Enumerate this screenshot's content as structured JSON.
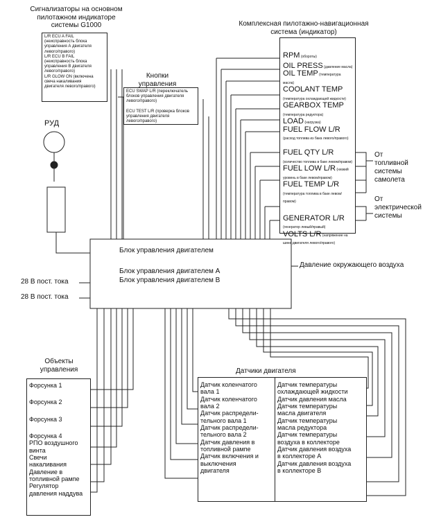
{
  "signal_group": {
    "title": [
      "Сигнализаторы на основном",
      "пилотажном индикаторе",
      "системы G1000"
    ],
    "lines": [
      "L/R ECU A FAIL",
      "(неисправность блока",
      "управления А двигателя",
      "левого/правого)",
      "L/R ECU B FAIL",
      "(неисправность блока",
      "управления В двигателя",
      "левого/правого)",
      "L/R GLOW ON (включена",
      "свеча накаливания",
      "двигателя левого/правого)"
    ]
  },
  "buttons_group": {
    "title": [
      "Кнопки",
      "управления"
    ],
    "lines": [
      "ECU SWAP L/R (переключатель",
      "блоков управления двигателя",
      "левого/правого)",
      "",
      "ECU TEST L/R (проверка блоков",
      "управления двигателя",
      "левого/правого)"
    ]
  },
  "nav_system": {
    "title": [
      "Комплексная пилотажно-навигационная",
      "система (индикатор)"
    ],
    "items": [
      {
        "main": "RPM",
        "note": " (обороты)"
      },
      {
        "main": "OIL PRESS",
        "note": " (давление масла)"
      },
      {
        "main": "OIL TEMP",
        "note": " (температура масла)"
      },
      {
        "main": "COOLANT TEMP",
        "note": " (температура охлаждающей жидкости)"
      },
      {
        "main": "GEARBOX TEMP",
        "note": " (температура редуктора)"
      },
      {
        "main": "LOAD",
        "note": " (нагрузка)"
      },
      {
        "main": "FUEL FLOW L/R",
        "note": " (расход топлива из бака левого/правого)"
      },
      {
        "main": "FUEL QTY L/R",
        "note": " (количество топлива в баке левом/правом)"
      },
      {
        "main": "FUEL LOW L/R",
        "note": " (низкий уровень в баке левом/правом)"
      },
      {
        "main": "FUEL TEMP L/R",
        "note": " (температура топлива в баке левом/правом)"
      },
      {
        "main": "GENERATOR L/R",
        "note": " (генератор левый/правый)"
      },
      {
        "main": "VOLTS L/R",
        "note": " (напряжение на шине двигателя левого/правого)"
      }
    ]
  },
  "fuel_side": [
    "От",
    "топливной",
    "системы",
    "самолета"
  ],
  "elec_side": [
    "От",
    "электрической",
    "системы"
  ],
  "throttle_label": "РУД",
  "ecu_block": {
    "line1": "Блок управления двигателем",
    "line2": "Блок управления двигателем А",
    "line3": "Блок управления двигателем В"
  },
  "ambient_pressure": "Давление окружающего воздуха",
  "dc_input_1": "28 В пост. тока",
  "dc_input_2": "28 В пост. тока",
  "control_objects": {
    "title": [
      "Объекты",
      "управления"
    ],
    "items": [
      "Форсунка 1",
      "Форсунка 2",
      "Форсунка 3",
      "Форсунка 4",
      "РПО воздушного",
      "винта",
      "Свечи",
      "накаливания",
      "Давление в",
      "топливной рампе",
      "Регулятор",
      "давления наддува"
    ]
  },
  "engine_sensors": {
    "title": "Датчики двигателя",
    "left": [
      "Датчик коленчатого",
      "вала 1",
      "Датчик коленчатого",
      "вала 2",
      "Датчик распредели-",
      "тельного вала 1",
      "Датчик распредели-",
      "тельного вала 2",
      "Датчик давления в",
      "топливной рампе",
      "Датчик включения и",
      "выключения",
      "двигателя"
    ],
    "right": [
      "Датчик температуры",
      "охлаждающей жидкости",
      "Датчик давления  масла",
      "Датчик температуры",
      "масла двигателя",
      "Датчик температуры",
      "масла редуктора",
      "Датчик температуры",
      "воздуха в коллекторе",
      "Датчик давления воздуха",
      "в коллекторе А",
      "Датчик давления воздуха",
      "в коллекторе В"
    ]
  }
}
